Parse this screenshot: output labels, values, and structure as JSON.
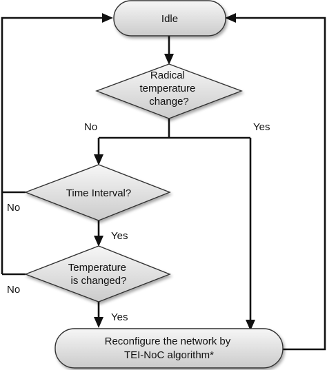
{
  "nodes": {
    "idle": {
      "label": "Idle"
    },
    "radical_check": {
      "lines": [
        "Radical",
        "temperature",
        "change?"
      ]
    },
    "time_interval": {
      "label": "Time Interval?"
    },
    "temp_changed": {
      "lines": [
        "Temperature",
        "is changed?"
      ]
    },
    "reconfigure": {
      "lines": [
        "Reconfigure the network by",
        "TEI-NoC algorithm*"
      ]
    }
  },
  "edges": {
    "radical_no": "No",
    "radical_yes": "Yes",
    "interval_no": "No",
    "interval_yes": "Yes",
    "temp_no": "No",
    "temp_yes": "Yes"
  },
  "colors": {
    "node_fill_light": "#f4f4f4",
    "node_fill_dark": "#cfcfcf",
    "line": "#111111"
  }
}
